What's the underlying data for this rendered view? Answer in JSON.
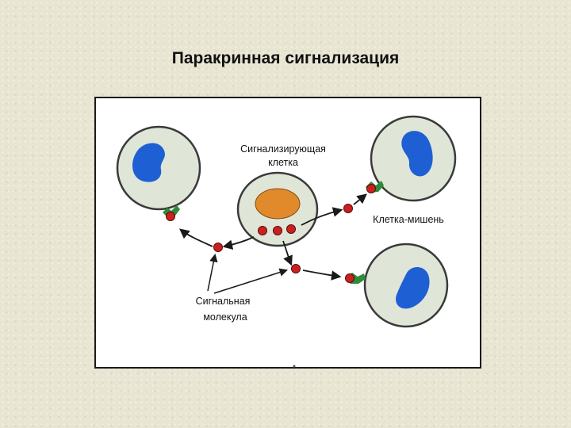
{
  "title": "Паракринная сигнализация",
  "labels": {
    "signaling_cell": [
      "Сигнализирующая",
      "клетка"
    ],
    "target_cell": "Клетка-мишень",
    "signal_molecule": [
      "Сигнальная",
      "молекула"
    ]
  },
  "colors": {
    "background": "#e8e5d2",
    "cell_fill": "#dfe6d8",
    "cell_outline": "#3a3a3a",
    "signaling_nucleus": "#e08a2c",
    "target_nucleus": "#1f5fd4",
    "signal_molecule": "#cc2020",
    "receptor": "#2e8b3a"
  }
}
